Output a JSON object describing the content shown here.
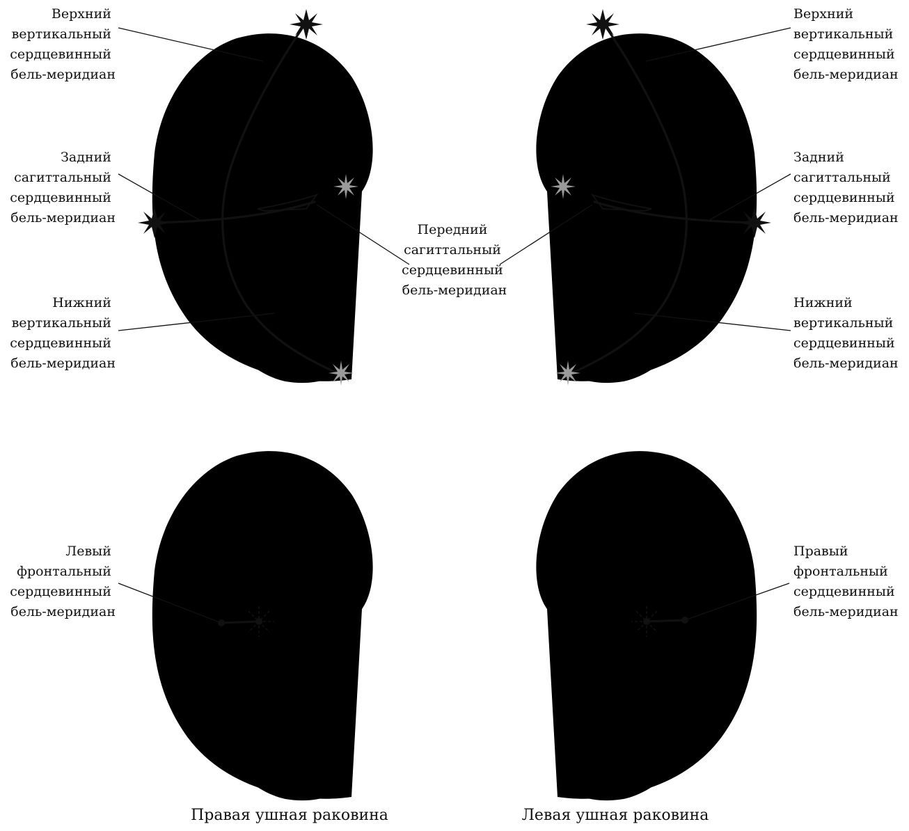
{
  "labels": {
    "upper_vertical_right": [
      "Верхний",
      "вертикальный",
      "сердцевинный",
      "бель-меридиан"
    ],
    "posterior_sagittal_right": [
      "Задний",
      "сагиттальный",
      "сердцевинный",
      "бель-меридиан"
    ],
    "lower_vertical_right": [
      "Нижний",
      "вертикальный",
      "сердцевинный",
      "бель-меридиан"
    ],
    "anterior_sagittal": [
      "Передний",
      "сагиттальный",
      "сердцевинный",
      "бель-меридиан"
    ],
    "upper_vertical_left": [
      "Верхний",
      "вертикальный",
      "сердцевинный",
      "бель-меридиан"
    ],
    "posterior_sagittal_left": [
      "Задний",
      "сагиттальный",
      "сердцевинный",
      "бель-меридиан"
    ],
    "lower_vertical_left": [
      "Нижний",
      "вертикальный",
      "сердцевинный",
      "бель-меридиан"
    ],
    "left_frontal": [
      "Левый",
      "фронтальный",
      "сердцевинный",
      "бель-меридиан"
    ],
    "right_frontal": [
      "Правый",
      "фронтальный",
      "сердцевинный",
      "бель-меридиан"
    ]
  },
  "captions": {
    "right_ear": "Правая ушная раковина",
    "left_ear": "Левая ушная раковина"
  },
  "icons": {
    "point_marker": "starburst-icon",
    "faint_point_marker": "faint-starburst-icon",
    "frontal_point": "dashed-starburst-icon"
  },
  "colors": {
    "ink": "#111111",
    "faint_marker": "#9a9a9a"
  }
}
